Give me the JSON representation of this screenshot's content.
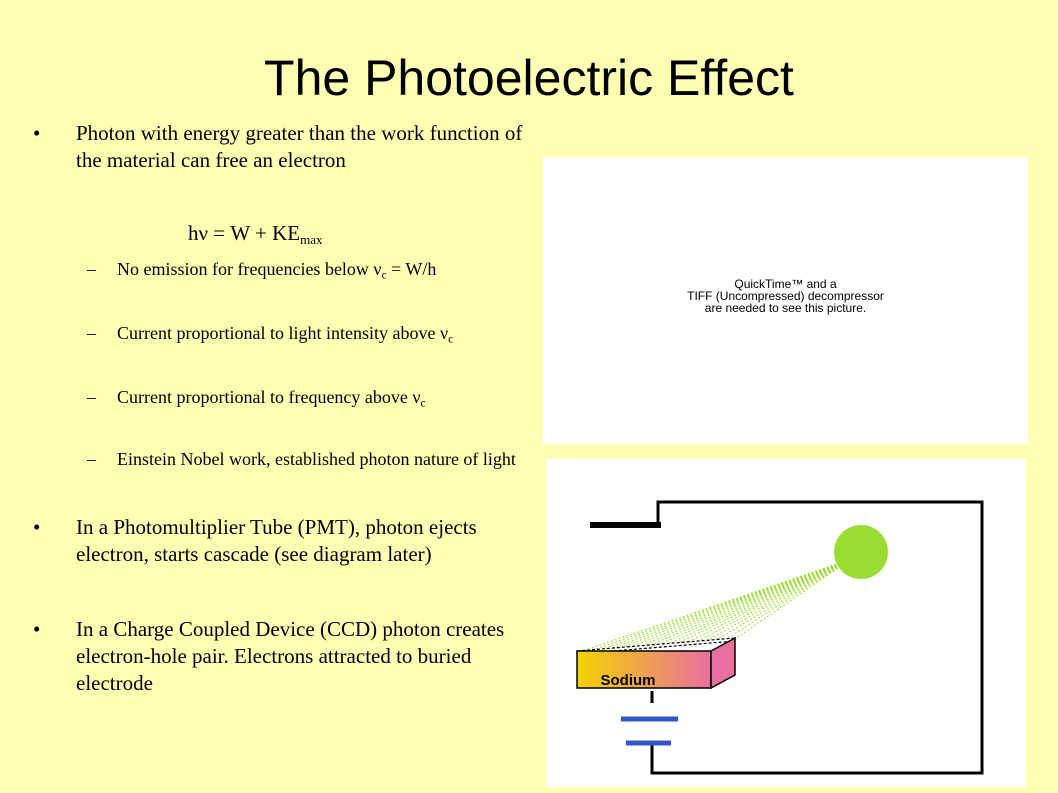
{
  "slide": {
    "title": "The Photoelectric Effect"
  },
  "bullets": [
    {
      "text": "Photon with energy greater than the work function of the material can free an electron"
    },
    {
      "text": "In a Photomultiplier Tube (PMT), photon ejects electron, starts cascade (see diagram later)"
    },
    {
      "text": "In a Charge Coupled Device (CCD) photon creates electron-hole pair. Electrons attracted to buried electrode"
    }
  ],
  "equation": {
    "lhs": "hν = W + KE",
    "sub": "max"
  },
  "subbullets": [
    {
      "text": "No emission for frequencies below ν",
      "sub": "c",
      "after": " = W/h"
    },
    {
      "text": "Current proportional to light intensity above ν",
      "sub": "c",
      "after": ""
    },
    {
      "text": "Current proportional to frequency above ν",
      "sub": "c",
      "after": ""
    },
    {
      "text": "Einstein Nobel work, established photon nature of light",
      "sub": "",
      "after": ""
    }
  ],
  "placeholder": {
    "line1": "QuickTime™ and a",
    "line2": "TIFF (Uncompressed) decompressor",
    "line3": "are needed to see this picture."
  },
  "diagram": {
    "plate_label": "Sodium",
    "colors": {
      "wire": "#000000",
      "bulb": "#99DD33",
      "rays": "#99DD33",
      "battery": "#3355CC",
      "plate_left": "#F5D400",
      "plate_right": "#E86FA0"
    }
  }
}
